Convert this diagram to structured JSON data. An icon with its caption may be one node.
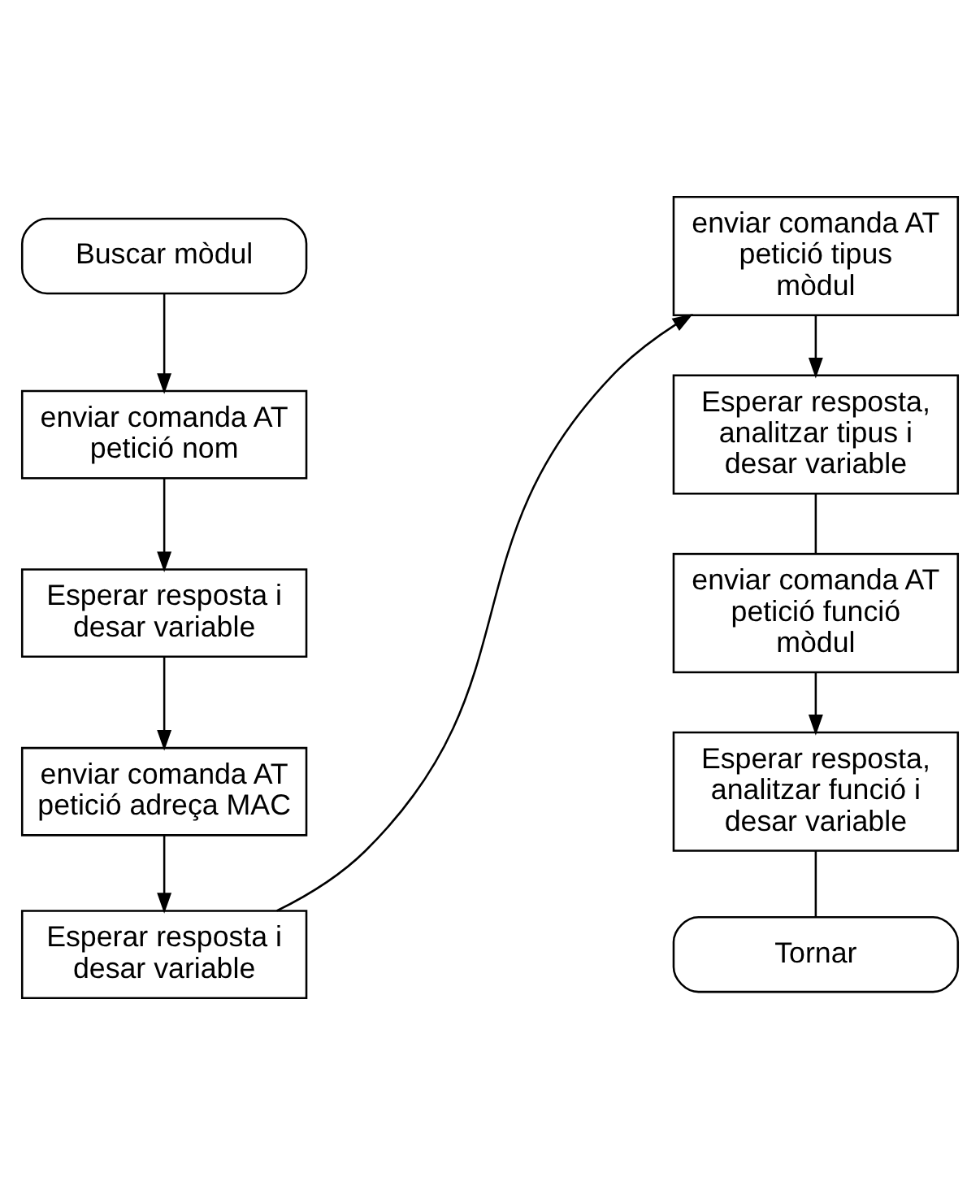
{
  "diagram": {
    "nodes": [
      {
        "text": [
          "Buscar mòdul"
        ]
      },
      {
        "text": [
          "enviar comanda AT petició nom"
        ]
      },
      {
        "text": [
          "Esperar resposta i desar variable"
        ]
      },
      {
        "text": [
          "enviar comanda AT petició adreça MAC"
        ]
      },
      {
        "text": [
          "Esperar resposta i desar variable"
        ]
      },
      {
        "text": [
          "enviar comanda AT petició tipus mòdul"
        ]
      },
      {
        "text": [
          "Esperar resposta, analitzar tipus i desar variable"
        ]
      },
      {
        "text": [
          "enviar comanda AT petició funció mòdul"
        ]
      },
      {
        "text": [
          "Esperar resposta, analitzar funció i desar variable"
        ]
      },
      {
        "text": [
          "Tornar"
        ]
      }
    ],
    "edges": [
      {
        "from": 0,
        "to": 1,
        "arrow": "to"
      },
      {
        "from": 1,
        "to": 2,
        "arrow": "to"
      },
      {
        "from": 2,
        "to": 3,
        "arrow": "to"
      },
      {
        "from": 3,
        "to": 4,
        "arrow": "to"
      },
      {
        "from": 4,
        "to": 5,
        "arrow": "to"
      },
      {
        "from": 5,
        "to": 6,
        "arrow": "to"
      },
      {
        "from": 6,
        "to": 7,
        "arrow": "none"
      },
      {
        "from": 7,
        "to": 8,
        "arrow": "to"
      },
      {
        "from": 8,
        "to": 9,
        "arrow": "none"
      }
    ]
  }
}
